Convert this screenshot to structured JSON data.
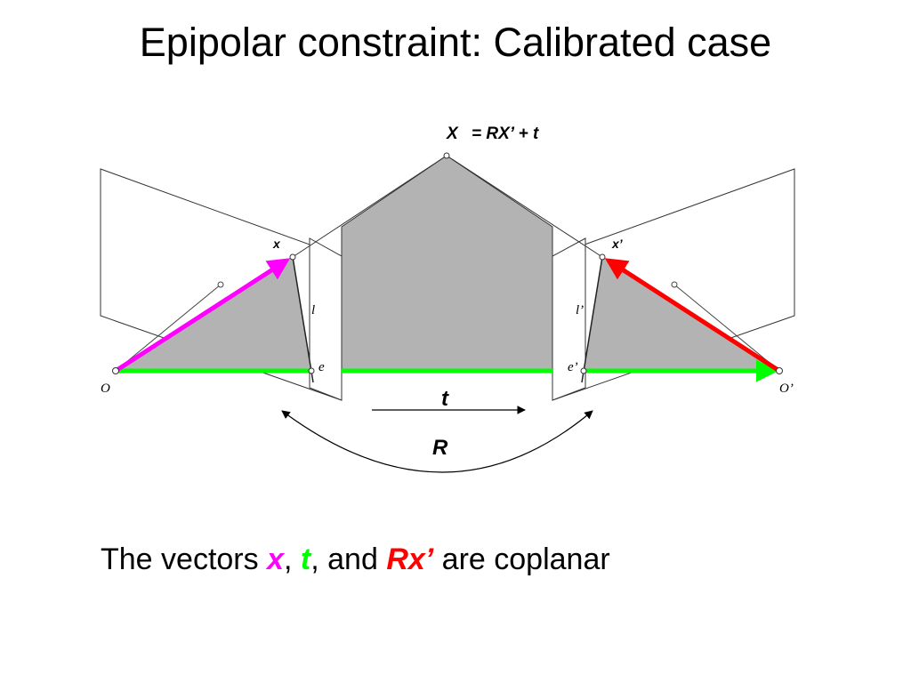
{
  "title": "Epipolar constraint: Calibrated case",
  "labels": {
    "point_X": "X",
    "point_X_eq": "= RX’ + t",
    "x": "x",
    "x_prime": "x’",
    "l": "l",
    "l_prime": "l’",
    "e": "e",
    "e_prime": "e’",
    "O": "O",
    "O_prime": "O’",
    "t": "t",
    "R": "R"
  },
  "caption": {
    "prefix": "The vectors ",
    "x": "x",
    "sep1": ", ",
    "t": "t",
    "sep2": ", and ",
    "rx": "Rx’",
    "suffix": " are coplanar"
  },
  "colors": {
    "x_vector": "#ff00ff",
    "t_vector": "#00ff00",
    "rx_vector": "#ff0000",
    "plane_fill": "#b3b3b3"
  }
}
